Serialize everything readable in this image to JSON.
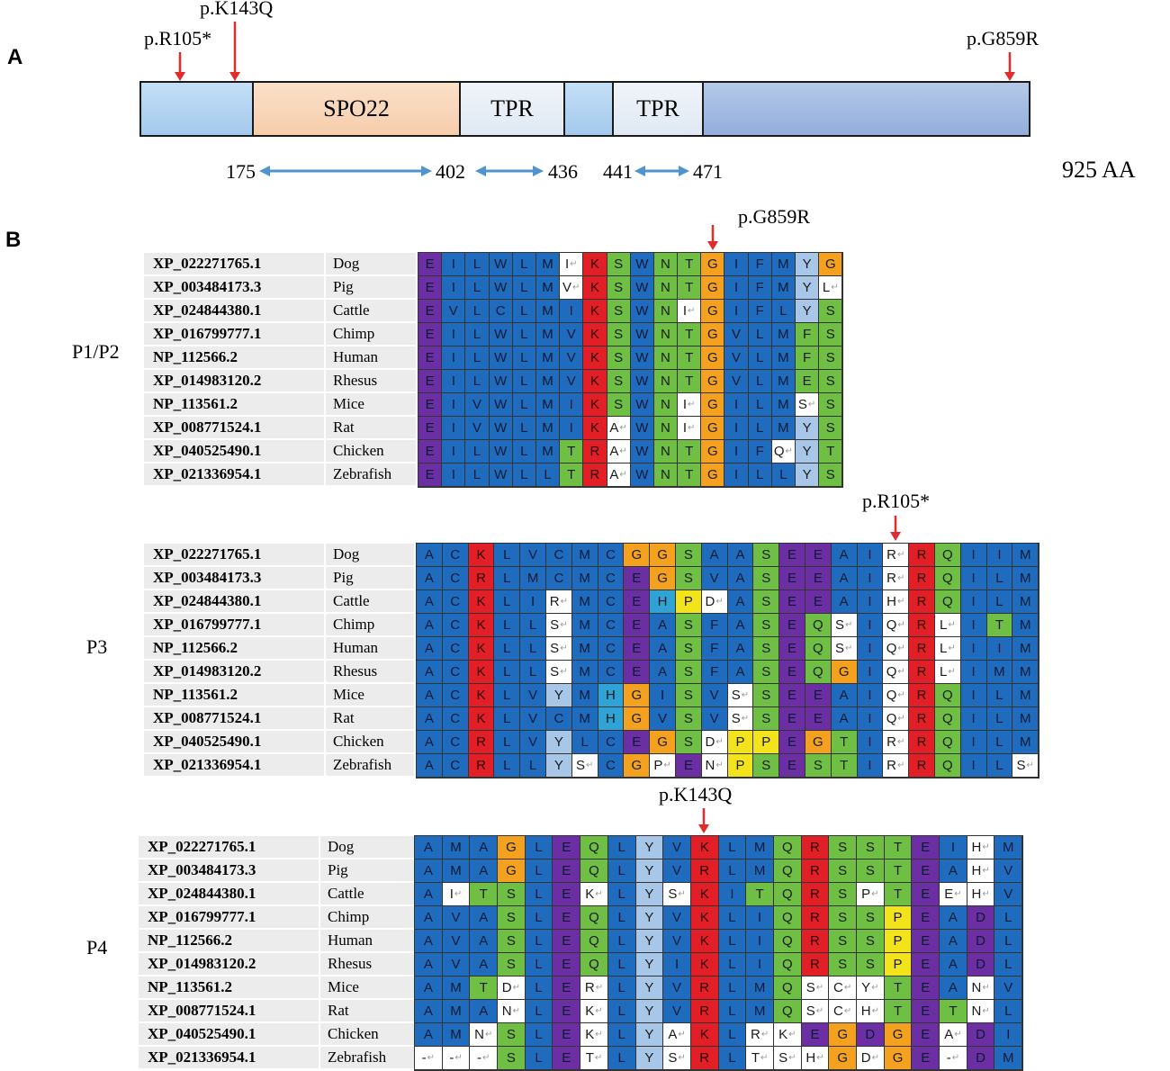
{
  "panel_a": {
    "letter": "A",
    "mutations": [
      "p.R105*",
      "p.K143Q",
      "p.G859R"
    ],
    "domains": [
      "",
      "SPO22",
      "TPR",
      "",
      "TPR",
      ""
    ],
    "positions": [
      "175",
      "402",
      "436",
      "441",
      "471"
    ],
    "length_label": "925 AA",
    "colors": {
      "blue": "#a8cdee",
      "spo22": "#f8d3b4",
      "tpr": "#e4ecf5",
      "blue_dark": "#9db5de",
      "arrow_red": "#e42a2a",
      "arrow_blue": "#4f93cf"
    }
  },
  "panel_b": {
    "letter": "B",
    "ids": [
      "XP_022271765.1",
      "XP_003484173.3",
      "XP_024844380.1",
      "XP_016799777.1",
      "NP_112566.2",
      "XP_014983120.2",
      "NP_113561.2",
      "XP_008771524.1",
      "XP_040525490.1",
      "XP_021336954.1"
    ],
    "species": [
      "Dog",
      "Pig",
      "Cattle",
      "Chimp",
      "Human",
      "Rhesus",
      "Mice",
      "Rat",
      "Chicken",
      "Zebrafish"
    ],
    "blocks": [
      {
        "label": "P1/P2",
        "mutation": "p.G859R",
        "rows": [
          "EILWLMIKSWNTGIFMYG",
          "EILWLMVKSWNTGIFMYL",
          "EVLCLMIKSWNIGIFLYS",
          "EILWLMVKSWNTGVLMFS",
          "EILWLMVKSWNTGVLMFS",
          "EILWLMVKSWNTGVLMES",
          "EIVWLMIKSWNIGILMSS",
          "EIVWLMIKAWNIGILMYS",
          "EILWLMTRAWNTGIFQYT",
          "EILWLLTRAWNTGILLYS"
        ]
      },
      {
        "label": "P3",
        "mutation": "p.R105*",
        "rows": [
          "ACKLVCMCGGSAASEEAIRRQIIM",
          "ACRLMCMCEGSVASEEAIRRQILM",
          "ACKLIRMCEHPDASEEAIHRQILM",
          "ACKLLSMCEASFASEQSIQRLITM",
          "ACKLLSMCEASFASEQSIQRLIIM",
          "ACKLLSMCEASFASEQGIQRLIMM",
          "ACKLVYMHGISVSSEEAIQRQILM",
          "ACKLVCMHGVSVSSEEAIQRQILM",
          "ACRLVYLCEGSDPPEGTIRRQILM",
          "ACRLLYSCGPENPSESTIRRQILS"
        ]
      },
      {
        "label": "P4",
        "mutation": "p.K143Q",
        "rows": [
          "AMAGLEQLYVKLMQRSSTEIHM",
          "AMAGLEQLYVRLMQRSSTEAHV",
          "AITSLEKLYSKITQRSPTEEHV",
          "AVASLEQLYVKLIQRSSPEADL",
          "AVASLEQLYVKLIQRSSPEADL",
          "AVASLEQLYIKLIQRSSPEADL",
          "AMTDLERLYVRLMQSCYTEANV",
          "AMANLEKLYVRLMQSCHTETNL",
          "AMNSLEKLYAKLRKEGDGEADI",
          "---SLETLYSRLTSHGDGE-DM"
        ]
      }
    ]
  }
}
